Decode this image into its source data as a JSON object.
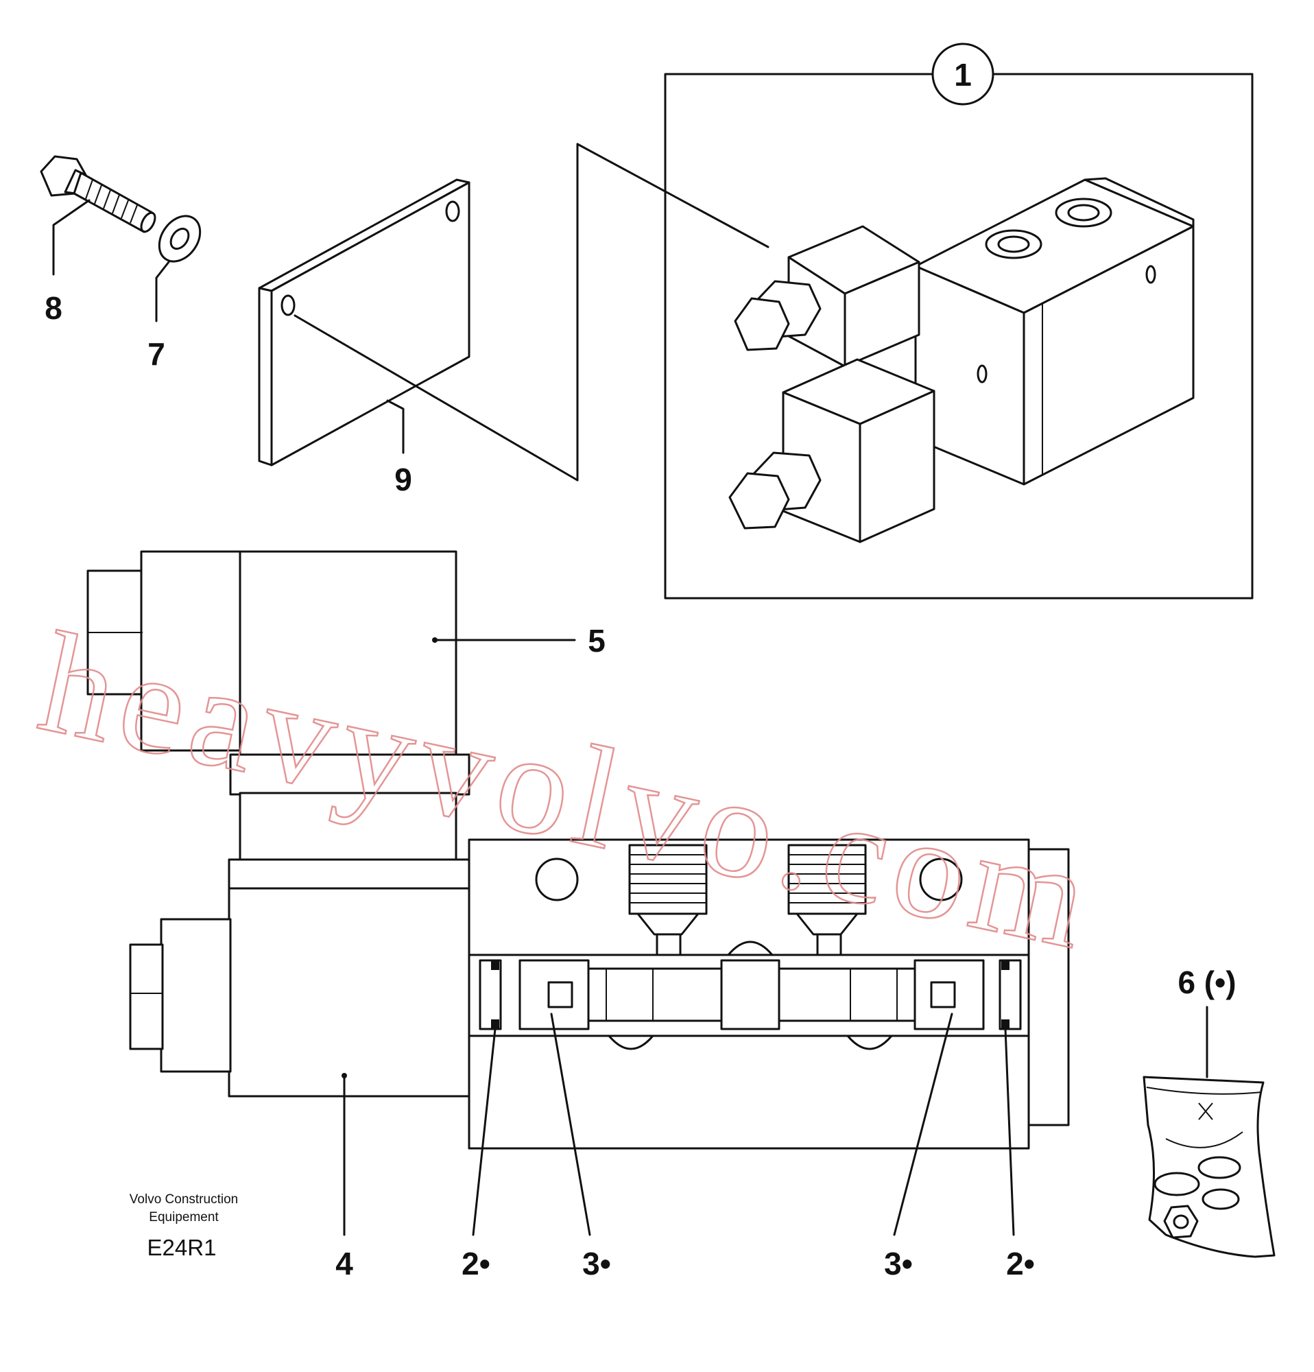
{
  "callouts": {
    "c1": "1",
    "c2a": "2•",
    "c2b": "2•",
    "c3a": "3•",
    "c3b": "3•",
    "c4": "4",
    "c5": "5",
    "c6": "6 (•)",
    "c7": "7",
    "c8": "8",
    "c9": "9"
  },
  "footer": {
    "company_line1": "Volvo Construction",
    "company_line2": "Equipement",
    "drawing_code": "E24R1"
  },
  "watermark": "heavyvolvo.com"
}
